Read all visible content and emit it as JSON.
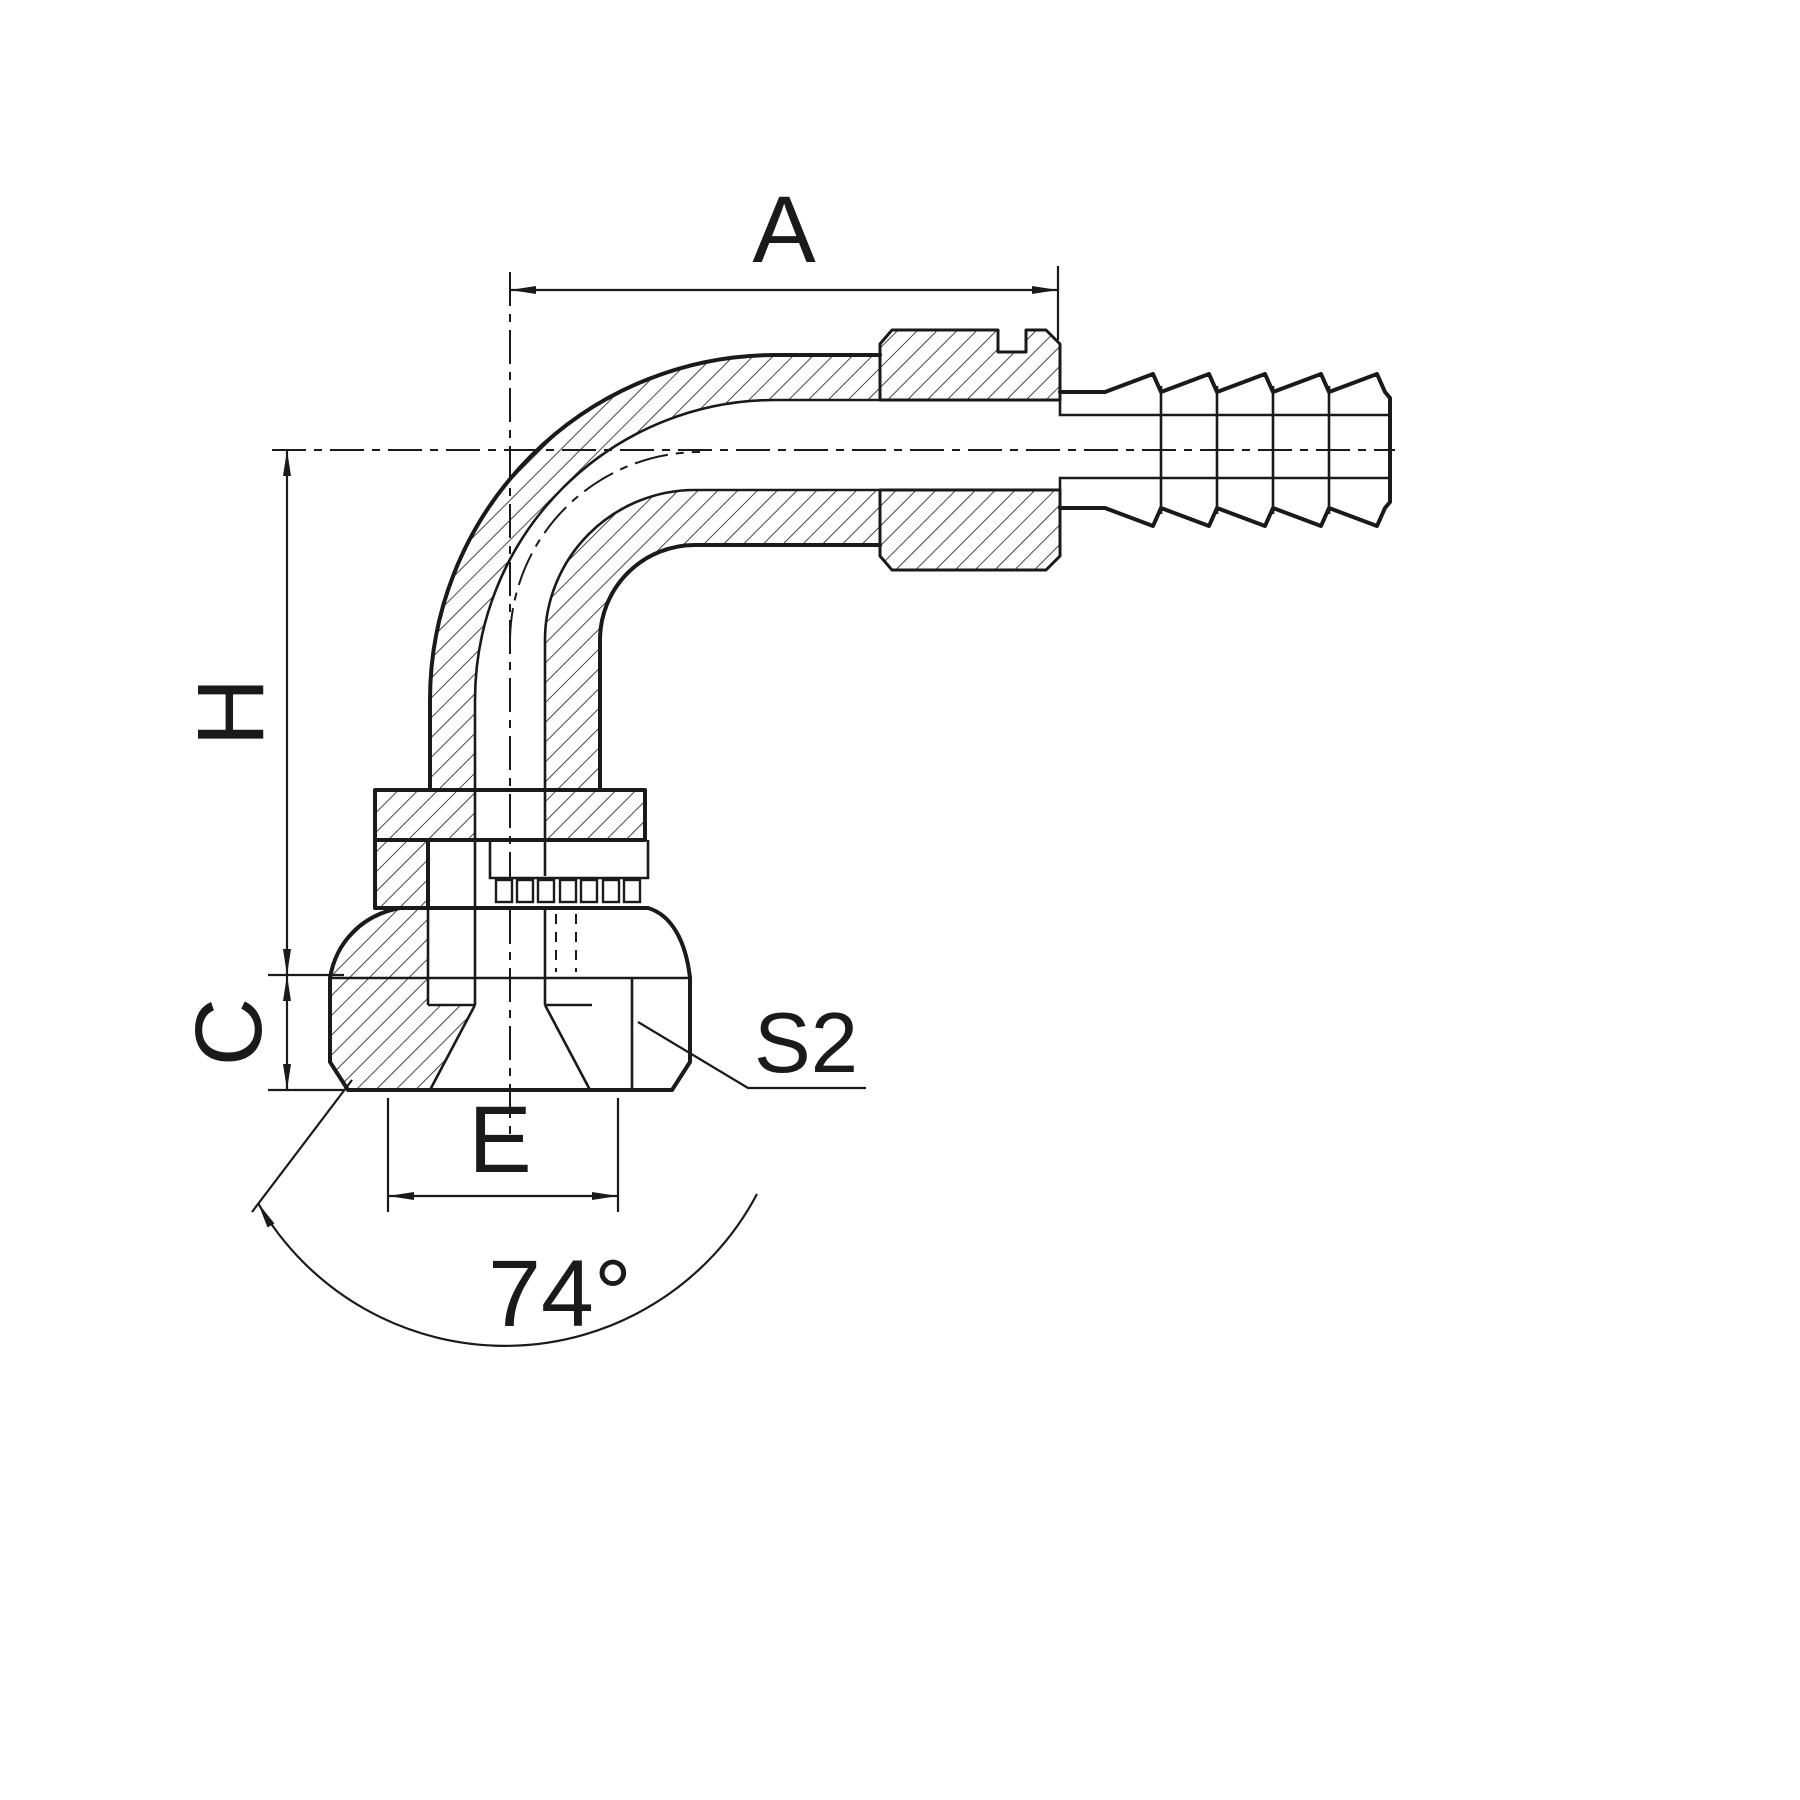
{
  "title": "90 degree elbow hose fitting - dimensioned technical drawing",
  "colors": {
    "line": "#1a1a1a",
    "background": "#ffffff"
  },
  "labels": {
    "a": "A",
    "h": "H",
    "c": "C",
    "e": "E",
    "s2": "S2",
    "angle": "74°"
  }
}
